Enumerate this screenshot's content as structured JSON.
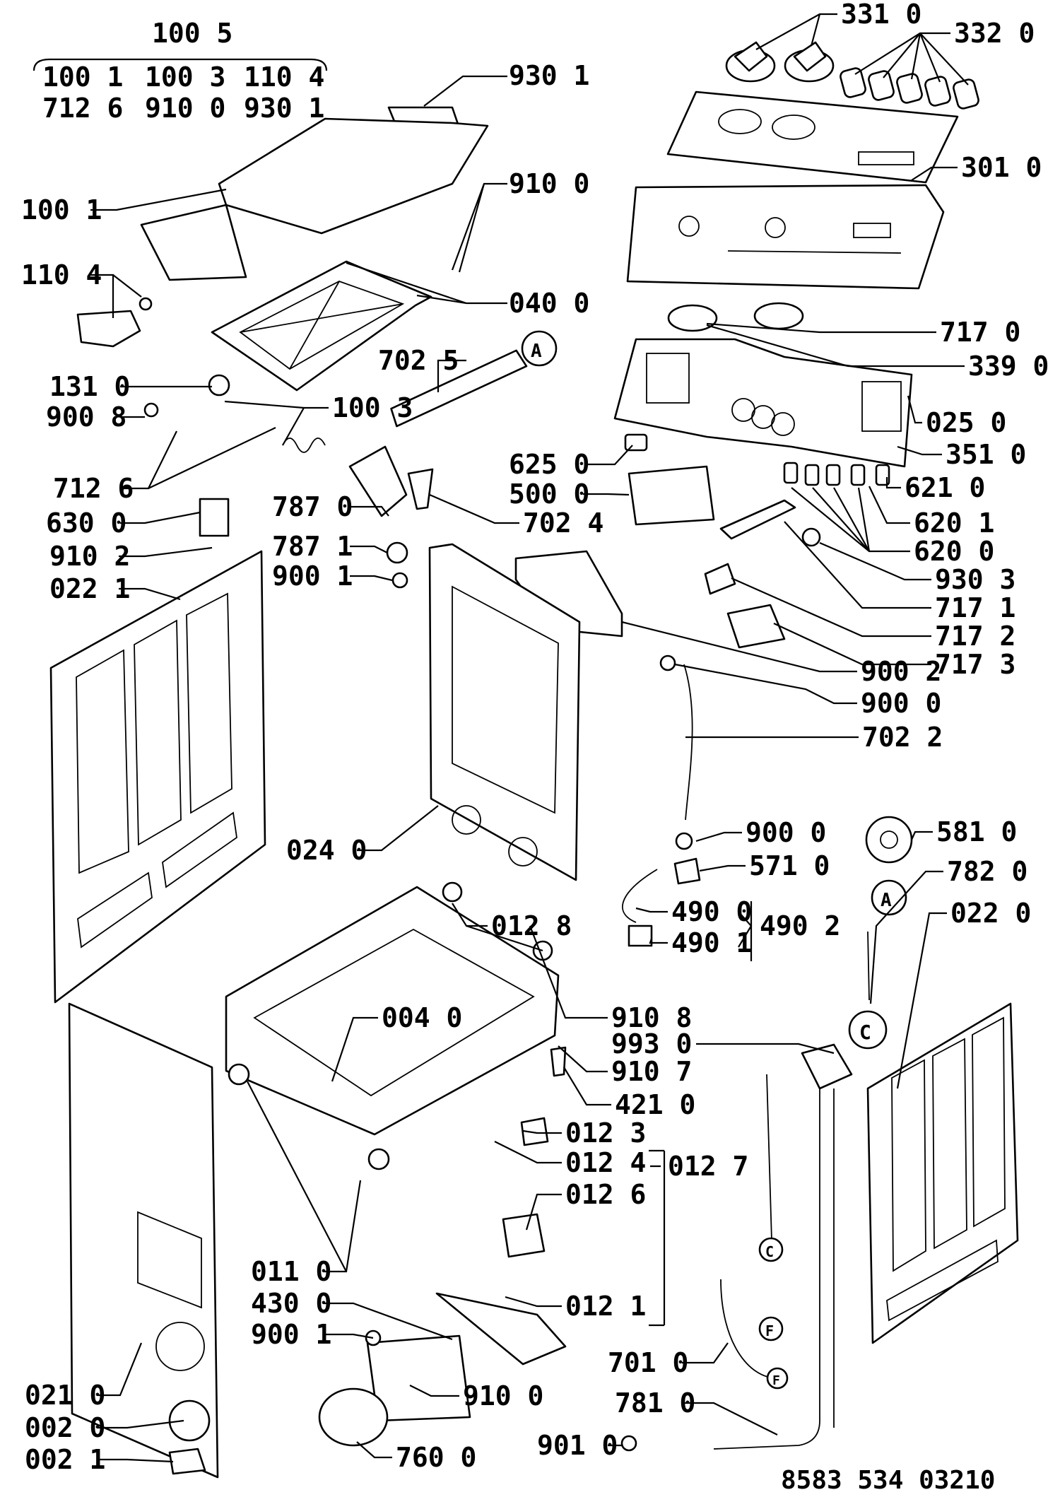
{
  "header": {
    "group_label": "100 5",
    "group_members": [
      "100 1",
      "100 3",
      "110 4",
      "712 6",
      "910 0",
      "930 1"
    ]
  },
  "parts": [
    {
      "id": "p9301a",
      "label": "930 1"
    },
    {
      "id": "p3310",
      "label": "331 0"
    },
    {
      "id": "p3320",
      "label": "332 0"
    },
    {
      "id": "p3010",
      "label": "301 0"
    },
    {
      "id": "p1001",
      "label": "100 1"
    },
    {
      "id": "p9100a",
      "label": "910 0"
    },
    {
      "id": "p1104",
      "label": "110 4"
    },
    {
      "id": "p0400",
      "label": "040 0"
    },
    {
      "id": "p7170a",
      "label": "717 0"
    },
    {
      "id": "p3390",
      "label": "339 0"
    },
    {
      "id": "p7025",
      "label": "702 5"
    },
    {
      "id": "p1310",
      "label": "131 0"
    },
    {
      "id": "p1003",
      "label": "100 3"
    },
    {
      "id": "p9008",
      "label": "900 8"
    },
    {
      "id": "p0250",
      "label": "025 0"
    },
    {
      "id": "p3510",
      "label": "351 0"
    },
    {
      "id": "p6250",
      "label": "625 0"
    },
    {
      "id": "p6210",
      "label": "621 0"
    },
    {
      "id": "p7126",
      "label": "712 6"
    },
    {
      "id": "p5000",
      "label": "500 0"
    },
    {
      "id": "p7870",
      "label": "787 0"
    },
    {
      "id": "p6201",
      "label": "620 1"
    },
    {
      "id": "p6300",
      "label": "630 0"
    },
    {
      "id": "p7024",
      "label": "702 4"
    },
    {
      "id": "p6200",
      "label": "620 0"
    },
    {
      "id": "p9102",
      "label": "910 2"
    },
    {
      "id": "p7871",
      "label": "787 1"
    },
    {
      "id": "p9303",
      "label": "930 3"
    },
    {
      "id": "p9001a",
      "label": "900 1"
    },
    {
      "id": "p0221",
      "label": "022 1"
    },
    {
      "id": "p7171",
      "label": "717 1"
    },
    {
      "id": "p7172",
      "label": "717 2"
    },
    {
      "id": "p7173",
      "label": "717 3"
    },
    {
      "id": "p9002",
      "label": "900 2"
    },
    {
      "id": "p9000a",
      "label": "900 0"
    },
    {
      "id": "p7022",
      "label": "702 2"
    },
    {
      "id": "p9000b",
      "label": "900 0"
    },
    {
      "id": "p5810",
      "label": "581 0"
    },
    {
      "id": "p0240",
      "label": "024 0"
    },
    {
      "id": "p5710",
      "label": "571 0"
    },
    {
      "id": "p7820",
      "label": "782 0"
    },
    {
      "id": "p4900",
      "label": "490 0"
    },
    {
      "id": "p0220",
      "label": "022 0"
    },
    {
      "id": "p0128",
      "label": "012 8"
    },
    {
      "id": "p4902",
      "label": "490 2"
    },
    {
      "id": "p4901",
      "label": "490 1"
    },
    {
      "id": "p0040",
      "label": "004 0"
    },
    {
      "id": "p9108",
      "label": "910 8"
    },
    {
      "id": "p9930",
      "label": "993 0"
    },
    {
      "id": "p9107",
      "label": "910 7"
    },
    {
      "id": "p4210",
      "label": "421 0"
    },
    {
      "id": "p0123",
      "label": "012 3"
    },
    {
      "id": "p0124",
      "label": "012 4"
    },
    {
      "id": "p0126",
      "label": "012 6"
    },
    {
      "id": "p0127",
      "label": "012 7"
    },
    {
      "id": "p0110",
      "label": "011 0"
    },
    {
      "id": "p0121",
      "label": "012 1"
    },
    {
      "id": "p4300",
      "label": "430 0"
    },
    {
      "id": "p9001b",
      "label": "900 1"
    },
    {
      "id": "p7010",
      "label": "701 0"
    },
    {
      "id": "p0210",
      "label": "021 0"
    },
    {
      "id": "p9100b",
      "label": "910 0"
    },
    {
      "id": "p7810",
      "label": "781 0"
    },
    {
      "id": "p0020",
      "label": "002 0"
    },
    {
      "id": "p0021",
      "label": "002 1"
    },
    {
      "id": "p7600",
      "label": "760 0"
    },
    {
      "id": "p9010",
      "label": "901 0"
    }
  ],
  "connectors": [
    "A",
    "A",
    "C",
    "C",
    "F",
    "F"
  ],
  "footer": {
    "drawing_number": "8583 534 03210"
  }
}
